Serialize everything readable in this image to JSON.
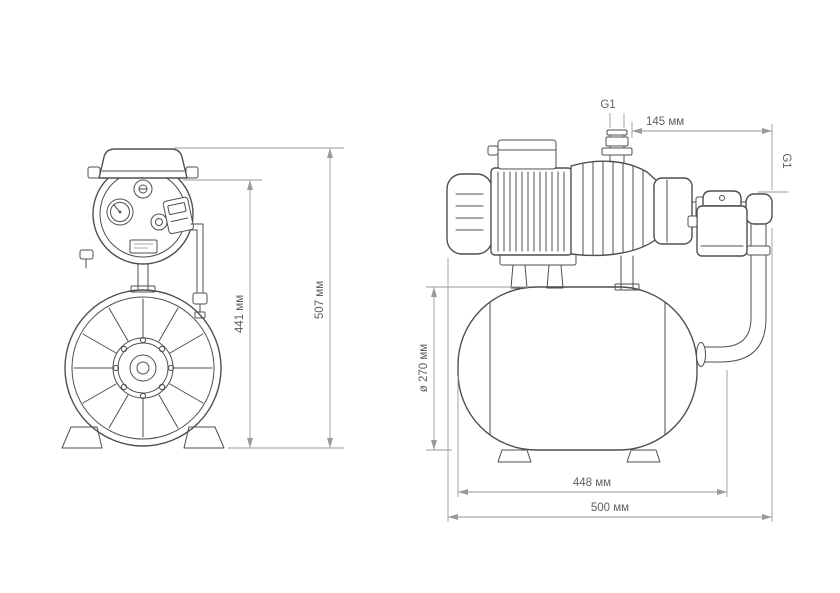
{
  "labels": {
    "front_height_inner": "441 мм",
    "front_height_total": "507 мм",
    "top_port_thread": "G1",
    "top_port_offset": "145 мм",
    "side_port_thread": "G1",
    "tank_diameter": "ø 270 мм",
    "length_inner": "448 мм",
    "length_total": "500 мм"
  },
  "colors": {
    "background": "#ffffff",
    "drawing_line": "#4f4f4f",
    "dimension_line": "#9a9a9a",
    "dimension_text": "#5f5f5f"
  }
}
